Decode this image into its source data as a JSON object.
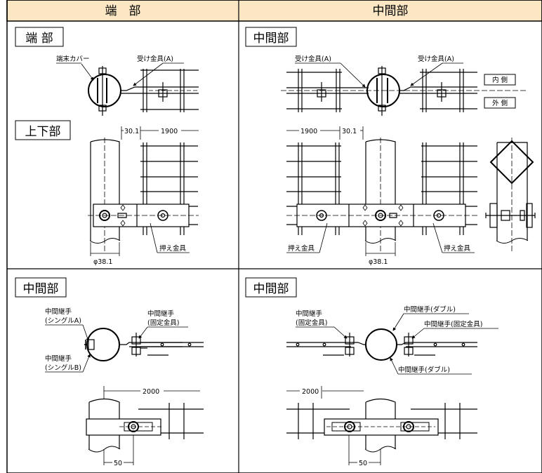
{
  "headers": {
    "left": "端　部",
    "right": "中間部"
  },
  "panels": {
    "top_left": {
      "title1": "端 部",
      "title2": "上下部",
      "label_cover": "端末カバー",
      "label_receiver": "受け金具(A)",
      "dim_gap": "30.1",
      "dim_span": "1900",
      "label_press": "押え金具",
      "dim_pipe": "φ38.1"
    },
    "top_right": {
      "title": "中間部",
      "label_receiver_left": "受け金具(A)",
      "label_receiver_right": "受け金具(A)",
      "side_inner": "内 側",
      "side_outer": "外 側",
      "dim_span": "1900",
      "dim_gap": "30.1",
      "label_press_left": "押え金具",
      "label_press_right": "押え金具",
      "dim_pipe": "φ38.1"
    },
    "bottom_left": {
      "title": "中間部",
      "label_joint_single_a_1": "中間継手",
      "label_joint_single_a_2": "(シングルA)",
      "label_joint_fixed_1": "中間継手",
      "label_joint_fixed_2": "(固定金具)",
      "label_joint_single_b_1": "中間継手",
      "label_joint_single_b_2": "(シングルB)",
      "dim_span": "2000",
      "dim_offset": "50"
    },
    "bottom_right": {
      "title": "中間部",
      "label_joint_fixed_1": "中間継手",
      "label_joint_fixed_2": "(固定金具)",
      "label_joint_double_top": "中間継手(ダブル)",
      "label_joint_fixed_right": "中間継手(固定金具)",
      "label_joint_double_bottom": "中間継手(ダブル)",
      "dim_span": "2000",
      "dim_offset": "50"
    }
  },
  "colors": {
    "header_bg": "#fbe7c3",
    "line": "#000000"
  }
}
